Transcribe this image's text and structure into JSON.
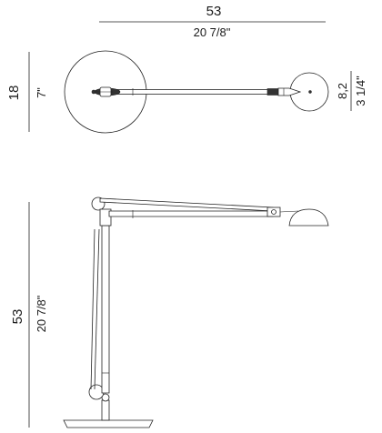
{
  "top_view": {
    "width_cm": "53",
    "width_in": "20 7/8\"",
    "base_diameter_cm": "18",
    "base_diameter_in": "7\"",
    "head_diameter_cm": "8,2",
    "head_diameter_in": "3 1/4\""
  },
  "side_view": {
    "height_cm": "53",
    "height_in": "20 7/8\""
  },
  "colors": {
    "line": "#222222",
    "background": "#ffffff"
  }
}
